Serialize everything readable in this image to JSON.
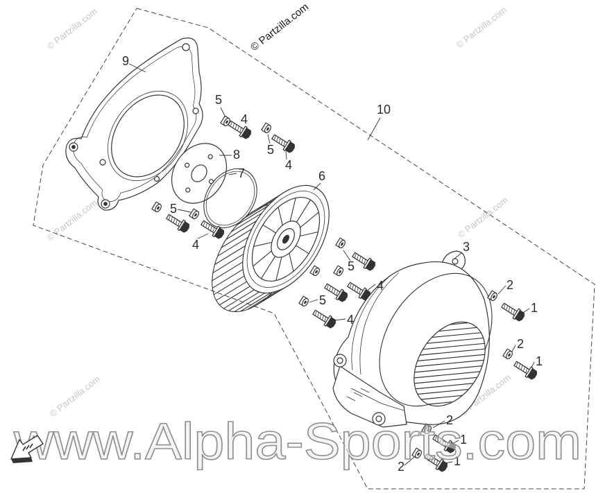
{
  "diagram": {
    "callouts": [
      "10",
      "9",
      "8",
      "7",
      "6",
      "3",
      "5",
      "4",
      "5",
      "4",
      "5",
      "4",
      "5",
      "4",
      "5",
      "4",
      "2",
      "1",
      "2",
      "1",
      "2",
      "1",
      "2",
      "1"
    ]
  },
  "watermarks": {
    "partzilla": "© Partzilla.com",
    "site": "www.Alpha-Sports.com"
  },
  "icons": {
    "direction_arrow": "front-arrow-icon"
  },
  "colors": {
    "line": "#333333",
    "background": "#ffffff",
    "watermark": "#8f8f8f"
  }
}
